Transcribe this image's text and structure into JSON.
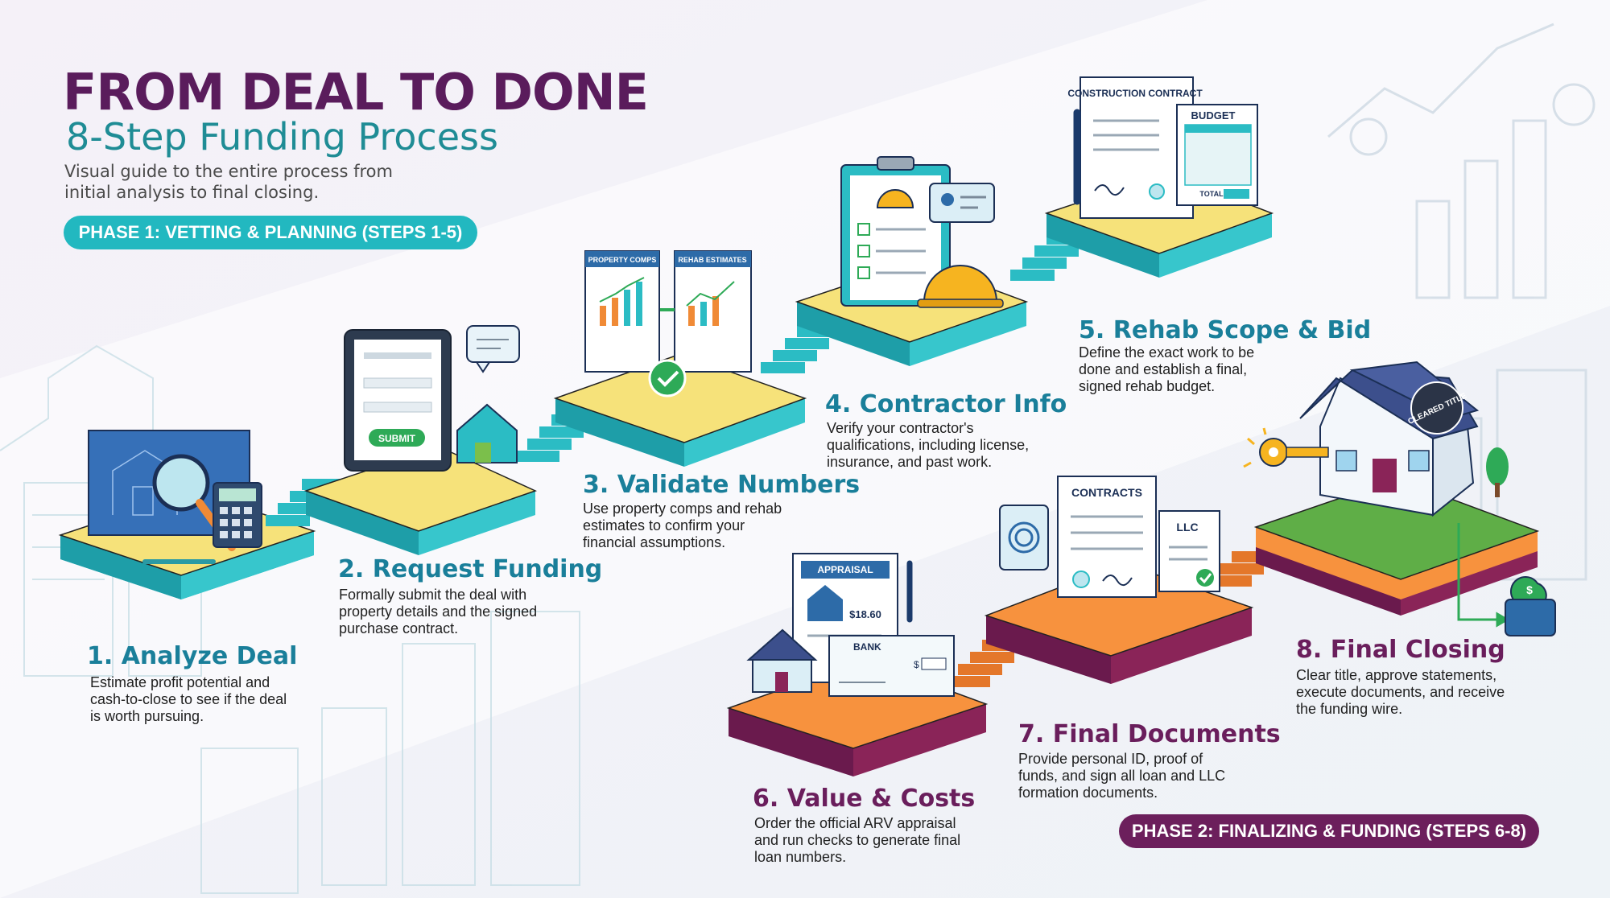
{
  "header": {
    "title": "FROM DEAL TO DONE",
    "subtitle": "8-Step Funding Process",
    "description": "Visual guide to the entire process from initial analysis to final closing."
  },
  "phases": [
    {
      "label": "PHASE 1: VETTING & PLANNING (STEPS 1-5)",
      "color": "#22b8c0"
    },
    {
      "label": "PHASE 2: FINALIZING & FUNDING (STEPS 6-8)",
      "color": "#6c1f5c"
    }
  ],
  "steps": [
    {
      "title": "1. Analyze Deal",
      "description": "Estimate profit potential and cash-to-close to see if the deal is worth pursuing."
    },
    {
      "title": "2. Request Funding",
      "description": "Formally submit the deal with property details and the signed purchase contract."
    },
    {
      "title": "3. Validate Numbers",
      "description": "Use property comps and rehab estimates to confirm your financial assumptions."
    },
    {
      "title": "4. Contractor Info",
      "description": "Verify your contractor's qualifications, including license, insurance, and past work."
    },
    {
      "title": "5. Rehab Scope & Bid",
      "description": "Define the exact work to be done and establish a final, signed rehab budget."
    },
    {
      "title": "6. Value & Costs",
      "description": "Order the official ARV appraisal and run checks to generate final loan numbers."
    },
    {
      "title": "7. Final Documents",
      "description": "Provide personal ID, proof of funds, and sign all loan and LLC formation documents."
    },
    {
      "title": "8. Final Closing",
      "description": "Clear title, approve statements, execute documents, and receive the funding wire."
    }
  ],
  "illustrations": {
    "submit_button": "SUBMIT",
    "property_comps": "PROPERTY COMPS",
    "rehab_estimates": "REHAB ESTIMATES",
    "construction_contract": "CONSTRUCTION CONTRACT",
    "budget": "BUDGET",
    "total": "TOTAL",
    "appraisal": "APPRAISAL",
    "appraisal_amount": "$18.60",
    "bank": "BANK",
    "dollar_sign": "$",
    "contracts": "CONTRACTS",
    "llc": "LLC",
    "cleared_title": "CLEARED TITLE"
  },
  "colors": {
    "title": "#5a1c5c",
    "subtitle": "#1f8c95",
    "teal_platform_top": "#f6e27a",
    "teal_platform_side": "#2bbcc4",
    "orange_platform_top": "#f7923e",
    "orange_platform_side": "#7c1d54",
    "grass": "#5fae47"
  }
}
